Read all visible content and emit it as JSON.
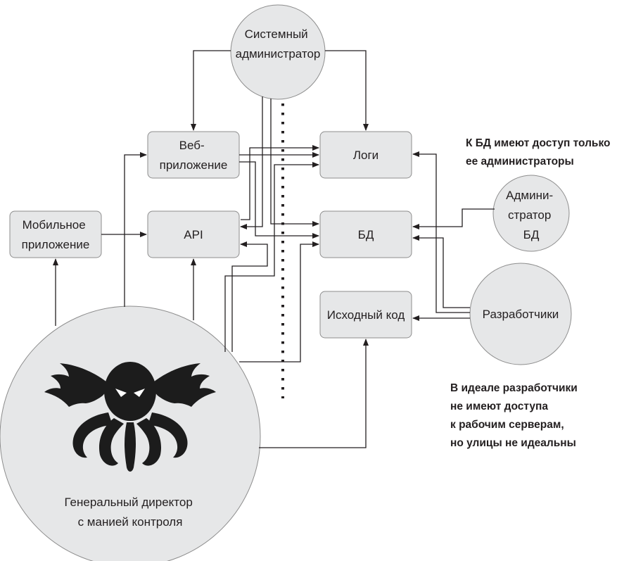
{
  "nodes": {
    "sysadmin": [
      "Системный",
      "администратор"
    ],
    "webapp": [
      "Веб-",
      "приложение"
    ],
    "logs": [
      "Логи"
    ],
    "api": [
      "API"
    ],
    "db": [
      "БД"
    ],
    "mobile": [
      "Мобильное",
      "приложение"
    ],
    "source_code": [
      "Исходный код"
    ],
    "db_admin": [
      "Админи-",
      "стратор",
      "БД"
    ],
    "developers": [
      "Разработчики"
    ],
    "ceo": [
      "Генеральный директор",
      "с манией контроля"
    ]
  },
  "notes": {
    "db_access": [
      "К БД имеют доступ только",
      "ее администраторы"
    ],
    "developers_access": [
      "В идеале разработчики",
      "не имеют доступа",
      "к рабочим серверам,",
      "но улицы не идеальны"
    ]
  },
  "icons": {
    "ceo_mascot": "winged-octopus-icon"
  },
  "colors": {
    "node_fill": "#e6e7e8",
    "node_stroke": "#8d8d8d",
    "line": "#231f20"
  }
}
